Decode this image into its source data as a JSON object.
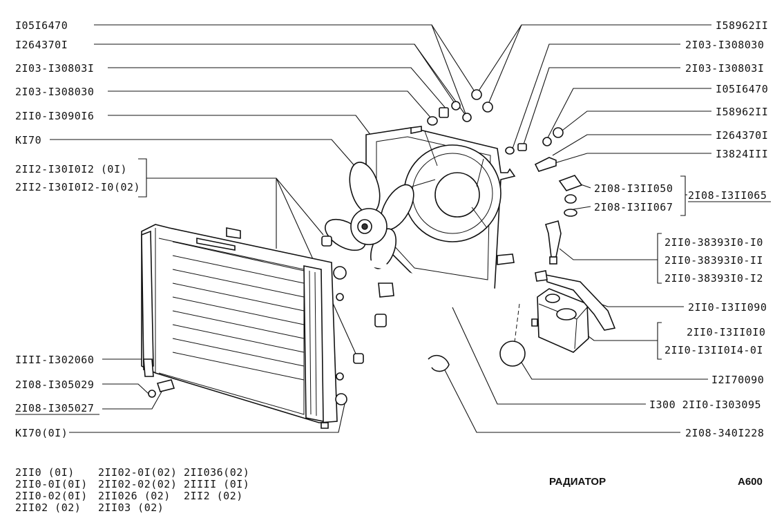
{
  "title": "РАДИАТОР",
  "page_code": "A600",
  "left_labels": [
    "I05I6470",
    "I264370I",
    "2I03-I30803I",
    "2I03-I308030",
    "2II0-I3090I6",
    "KI70",
    "2II2-I30I0I2   (0I)",
    "2II2-I30I0I2-I0(02)",
    "IIII-I302060",
    "2I08-I305029",
    "2I08-I305027",
    "KI70(0I)"
  ],
  "right_labels": [
    "I58962II",
    "2I03-I308030",
    "2I03-I30803I",
    "I05I6470",
    "I58962II",
    "I264370I",
    "I3824III",
    "2I08-I3II050",
    "2I08-I3II067",
    "2I08-I3II065",
    "2II0-38393I0-I0",
    "2II0-38393I0-II",
    "2II0-38393I0-I2",
    "2II0-I3II090",
    "2II0-I3II0I0",
    "2II0-I3II0I4-0I",
    "I2I70090",
    "I300 2II0-I303095",
    "2I08-340I228"
  ],
  "models": [
    "2II0   (0I)",
    "2II0-0I(0I)",
    "2II0-02(0I)",
    "2II02  (02)",
    "2II02-0I(02)",
    "2II02-02(02)",
    "2II026  (02)",
    "2II03   (02)",
    "2II036(02)",
    "2IIII  (0I)",
    "2II2  (02)"
  ],
  "icons": [
    "radiator",
    "cooling-fan",
    "fan-shroud",
    "expansion-tank",
    "hose-clamp",
    "coolant-hose",
    "nut",
    "screw",
    "cap"
  ]
}
